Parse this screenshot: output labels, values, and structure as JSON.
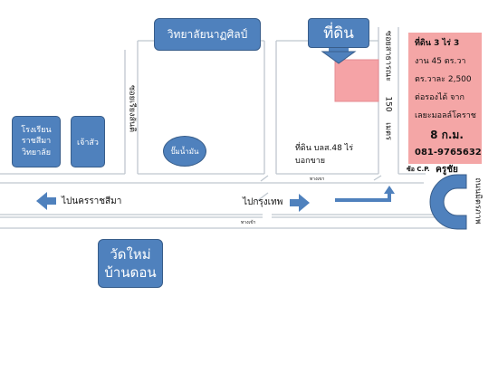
{
  "colors": {
    "road": "#bfc7cf",
    "building_fill": "#4f81bd",
    "building_border": "#385d8a",
    "plot_fill": "#f5a3a6",
    "card_fill": "#f4a6a6",
    "arrow": "#4f81bd"
  },
  "landmarks": {
    "college": "วิทยาลัยนาฏศิลป์",
    "target_land": "ที่ดิน",
    "school": "โรงเรียน\nราชสีมา\nวิทยาลัย",
    "shrine": "เจ้าสัว",
    "gas_station": "ปั๊มน้ำมัน",
    "temple": "วัดใหม่\nบ้านดอน"
  },
  "roads": {
    "soi_left": "ซอยเรียงสันติ",
    "soi_right": "ซอยสาธารณะ",
    "distance_marker": "150",
    "distance_unit": "เมตร",
    "to_nakhon_ratchasima": "ไปนครราชสีมา",
    "to_bangkok": "ไปกรุงเทพ",
    "ahead_mark": "ทางเขา",
    "median_mark": "ทางเข้า",
    "cp_sign": "ซ้อ C.P.",
    "curve_road": "ถนนมิตรภาพ"
  },
  "notes": {
    "land_for_sale": "ที่ดิน บลส.48 ไร่\nบอกขาย"
  },
  "info_card": {
    "line1": "ที่ดิน 3 ไร่ 3",
    "line2": "งาน 45 ตร.วา",
    "line3": "ตร.วาละ 2,500",
    "line4": "ต่อรองได้ จาก",
    "line5": "เลยะมอลล์โคราช",
    "distance": "8 ก.ม.",
    "phone": "081-9765632",
    "contact": "ครูชัย"
  }
}
